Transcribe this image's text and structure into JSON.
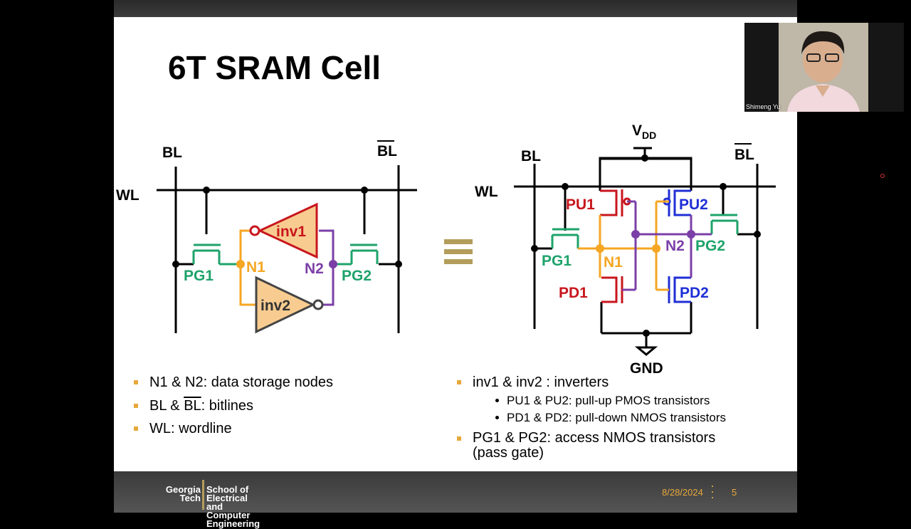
{
  "slide": {
    "title": "6T SRAM Cell",
    "left_diagram": {
      "labels": {
        "bl": "BL",
        "blb": "BL",
        "wl": "WL",
        "pg1": "PG1",
        "pg2": "PG2",
        "n1": "N1",
        "n2": "N2",
        "inv1": "inv1",
        "inv2": "inv2"
      }
    },
    "equivalence_symbol": "≡",
    "right_diagram": {
      "labels": {
        "vdd": "V",
        "vdd_sub": "DD",
        "bl": "BL",
        "blb": "BL",
        "wl": "WL",
        "pu1": "PU1",
        "pu2": "PU2",
        "pg1": "PG1",
        "pg2": "PG2",
        "n1": "N1",
        "n2": "N2",
        "pd1": "PD1",
        "pd2": "PD2",
        "gnd": "GND"
      }
    },
    "bullets_left": [
      {
        "text": "N1 & N2: data storage nodes"
      },
      {
        "pre": "BL & ",
        "over": "BL",
        "post": ": bitlines"
      },
      {
        "text": "WL: wordline"
      }
    ],
    "bullets_right": {
      "item1": "inv1 & inv2 : inverters",
      "sub1": "PU1 & PU2: pull-up PMOS transistors",
      "sub2": "PD1 & PD2: pull-down NMOS transistors",
      "item2_line1": "PG1 & PG2: access NMOS transistors",
      "item2_line2": "(pass gate)"
    },
    "colors": {
      "black": "#000000",
      "green": "#1ea36b",
      "orange": "#f5a623",
      "purple": "#7b3fa8",
      "red": "#c8161d",
      "blue": "#1f2fd6",
      "inv_fill": "#f8cc90"
    }
  },
  "footer": {
    "logo_line1": "Georgia",
    "logo_line2": "Tech",
    "school_line1": "School of Electrical and",
    "school_line2": "Computer Engineering",
    "date": "8/28/2024",
    "page": "5"
  },
  "video": {
    "participant_name": "Shimeng Yu"
  }
}
